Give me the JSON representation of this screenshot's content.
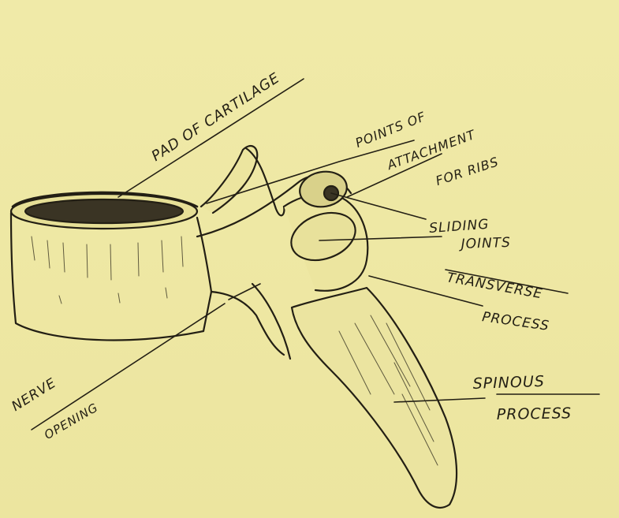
{
  "labels": {
    "pad": "PAD OF CARTILAGE",
    "points_line1": "POINTS OF",
    "points_line2": "ATTACHMENT",
    "points_line3": "FOR RIBS",
    "sliding_line1": "SLIDING",
    "sliding_line2": "JOINTS",
    "transverse_line1": "TRANSVERSE",
    "transverse_line2": "PROCESS",
    "spinous_line1": "SPINOUS",
    "spinous_line2": "PROCESS",
    "nerve_line1": "NERVE",
    "nerve_line2": "OPENING"
  },
  "colors": {
    "paper": "#efe9a9",
    "ink": "#231f14"
  }
}
